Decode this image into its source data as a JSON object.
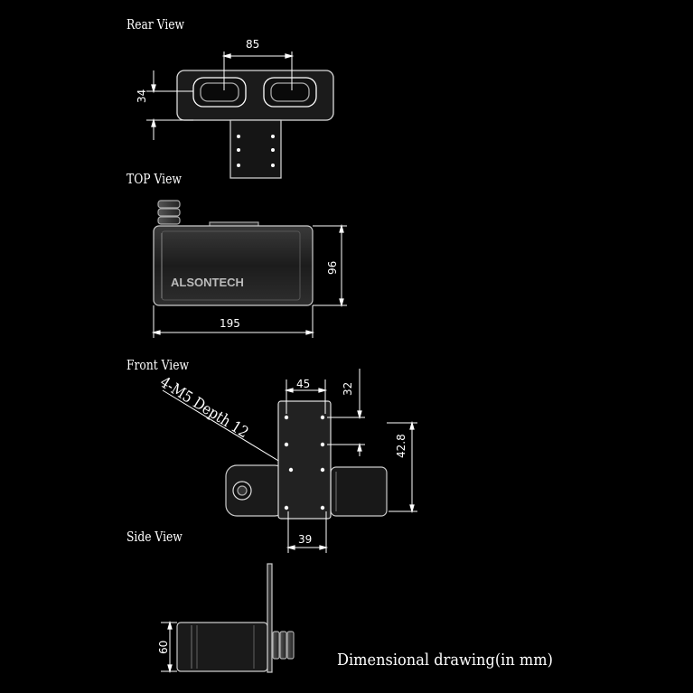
{
  "views": {
    "rear": {
      "title": "Rear View",
      "width_dim": "85",
      "height_dim": "34"
    },
    "top": {
      "title": "TOP View",
      "brand": "ALSONTECH",
      "width_dim": "195",
      "height_dim": "96"
    },
    "front": {
      "title": "Front View",
      "hole_note": "4-M5 Depth 12",
      "dim_45": "45",
      "dim_32": "32",
      "dim_42_8": "42.8",
      "dim_39": "39"
    },
    "side": {
      "title": "Side View",
      "height_dim": "60"
    }
  },
  "caption": "Dimensional drawing(in mm)",
  "colors": {
    "background": "#000000",
    "line": "#ffffff",
    "body_fill": "#2a2a2a"
  }
}
